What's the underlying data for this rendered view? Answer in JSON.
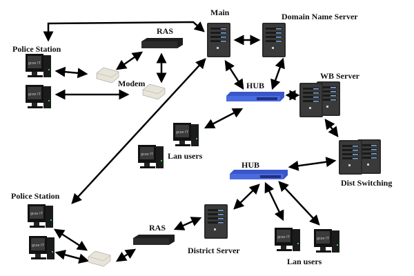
{
  "labels": {
    "main": "Main",
    "dns": "Domain Name Server",
    "ras_top": "RAS",
    "police_top": "Police Station",
    "modem": "Modem",
    "hub_top": "HUB",
    "wb_server": "WB Server",
    "dist_switching": "Dist Switching",
    "lan_users_top": "Lan users",
    "hub_bottom": "HUB",
    "police_bottom": "Police Station",
    "ras_bottom": "RAS",
    "district_server": "District Server",
    "lan_users_bottom": "Lan users"
  },
  "pc_logo_text": "gcse IT",
  "colors": {
    "hub": "#3a55c8",
    "server": "#2a2a2a",
    "modem": "#e8e4d8",
    "arrow": "#000000"
  }
}
